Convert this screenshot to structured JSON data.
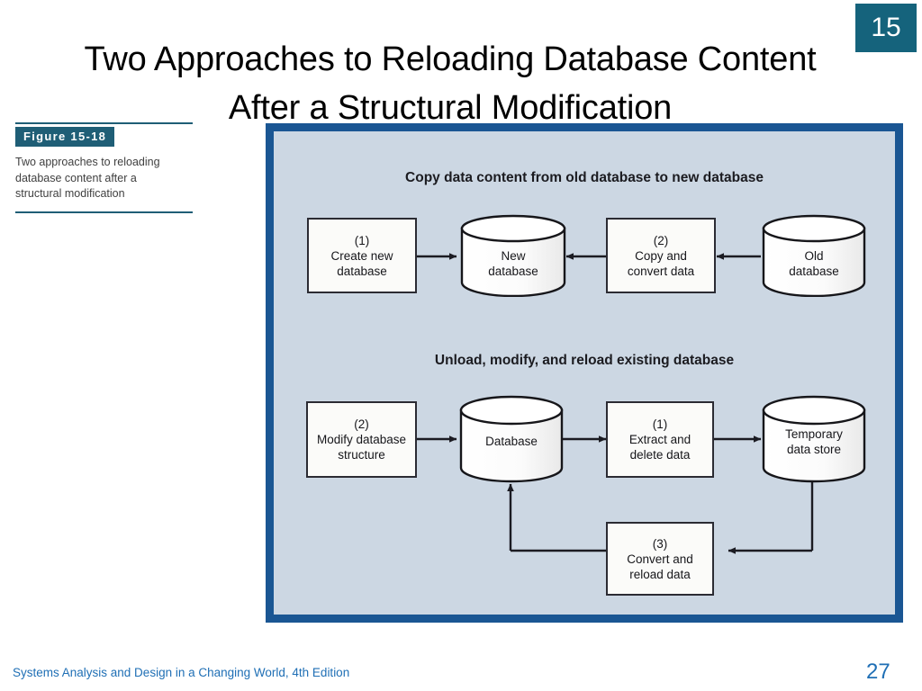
{
  "slide": {
    "title": "Two Approaches to Reloading Database Content After a Structural Modification",
    "chapter_number": "15"
  },
  "figure_caption": {
    "label": "Figure 15-18",
    "text": "Two approaches to reloading database content after a structural modification"
  },
  "diagram": {
    "sections": [
      {
        "heading": "Copy data content from old database to new database",
        "nodes": [
          {
            "id": "create-new-database",
            "shape": "process",
            "step": "(1)",
            "line1": "Create new",
            "line2": "database"
          },
          {
            "id": "new-database",
            "shape": "datastore",
            "line1": "New",
            "line2": "database"
          },
          {
            "id": "copy-and-convert-data",
            "shape": "process",
            "step": "(2)",
            "line1": "Copy and",
            "line2": "convert data"
          },
          {
            "id": "old-database",
            "shape": "datastore",
            "line1": "Old",
            "line2": "database"
          }
        ]
      },
      {
        "heading": "Unload, modify, and reload existing database",
        "nodes": [
          {
            "id": "modify-database-structure",
            "shape": "process",
            "step": "(2)",
            "line1": "Modify database",
            "line2": "structure"
          },
          {
            "id": "database",
            "shape": "datastore",
            "line1": "Database",
            "line2": ""
          },
          {
            "id": "extract-and-delete-data",
            "shape": "process",
            "step": "(1)",
            "line1": "Extract and",
            "line2": "delete data"
          },
          {
            "id": "temporary-data-store",
            "shape": "datastore",
            "line1": "Temporary",
            "line2": "data store"
          },
          {
            "id": "convert-and-reload-data",
            "shape": "process",
            "step": "(3)",
            "line1": "Convert and",
            "line2": "reload data"
          }
        ]
      }
    ]
  },
  "footer": {
    "book": "Systems Analysis and Design in a Changing World, 4th Edition",
    "page_number": "27"
  },
  "colors": {
    "badge": "#15637c",
    "frame_border": "#1a5693",
    "panel_background": "#ccd7e3",
    "caption_accent": "#1f5e76",
    "footer_text": "#1f6fb5",
    "node_outline": "#2b2b33"
  },
  "footer_style": {}
}
